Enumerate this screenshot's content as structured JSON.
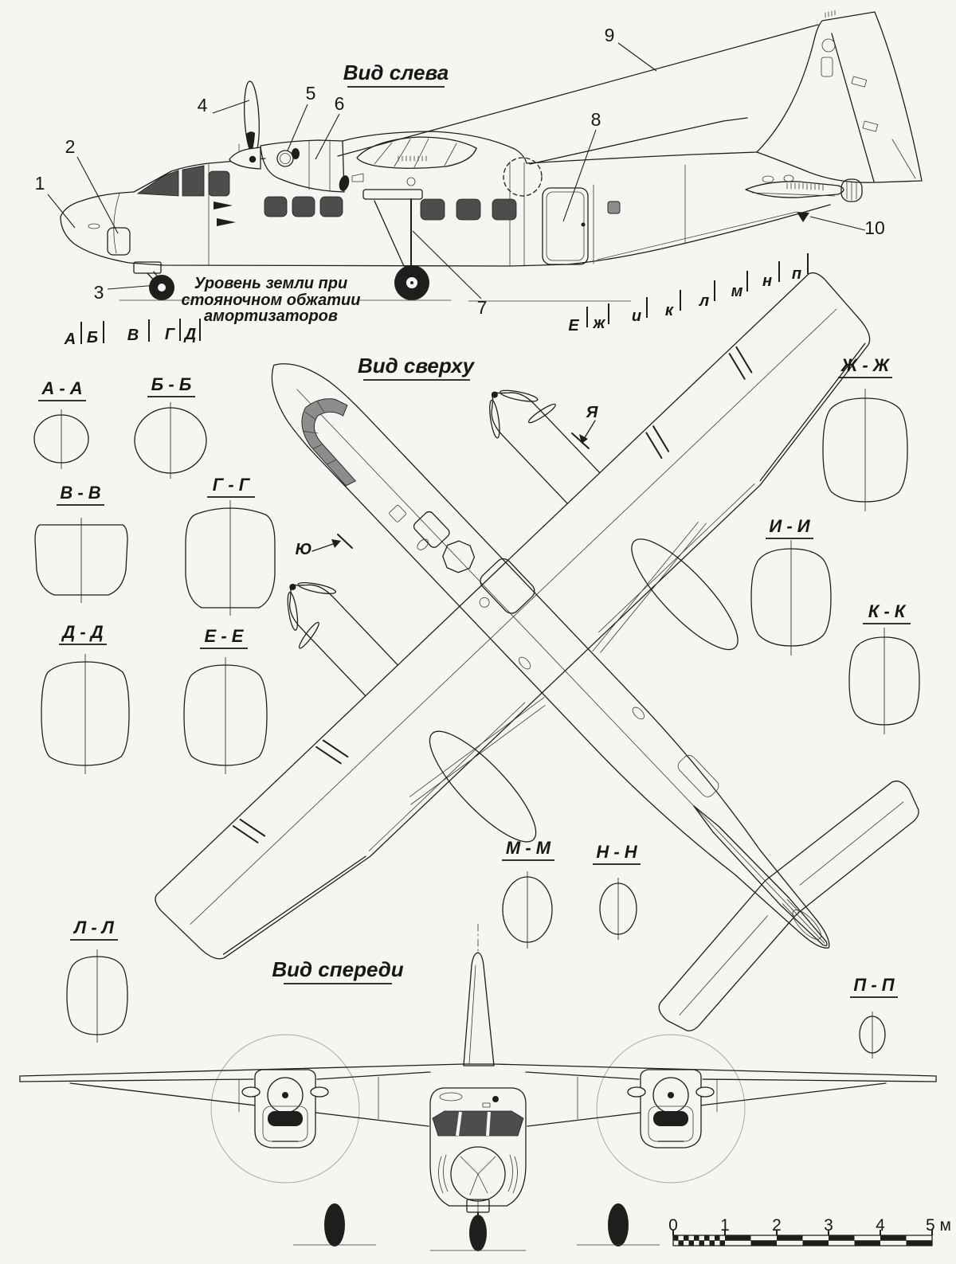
{
  "side_view": {
    "title": "Вид слева",
    "ground_note": [
      "Уровень земли при",
      "стояночном обжатии",
      "амортизаторов"
    ],
    "callouts": [
      "1",
      "2",
      "3",
      "4",
      "5",
      "6",
      "7",
      "8",
      "9",
      "10"
    ],
    "stations_left": [
      "А",
      "Б",
      "В",
      "Г",
      "Д"
    ],
    "stations_right": [
      "Е",
      "ж",
      "и",
      "к",
      "л",
      "м",
      "н",
      "п"
    ]
  },
  "top_view": {
    "title": "Вид сверху",
    "marker_ya": "Я",
    "marker_yu": "Ю"
  },
  "front_view": {
    "title": "Вид спереди"
  },
  "sections": [
    {
      "label": "А - А"
    },
    {
      "label": "Б - Б"
    },
    {
      "label": "В - В"
    },
    {
      "label": "Г - Г"
    },
    {
      "label": "Д - Д"
    },
    {
      "label": "Е - Е"
    },
    {
      "label": "Ж - Ж"
    },
    {
      "label": "И - И"
    },
    {
      "label": "К - К"
    },
    {
      "label": "Л - Л"
    },
    {
      "label": "М - М"
    },
    {
      "label": "Н - Н"
    },
    {
      "label": "П - П"
    }
  ],
  "scale_bar": {
    "unit_labels": [
      "0",
      "1",
      "2",
      "3",
      "4"
    ],
    "end_label": "5 м"
  }
}
